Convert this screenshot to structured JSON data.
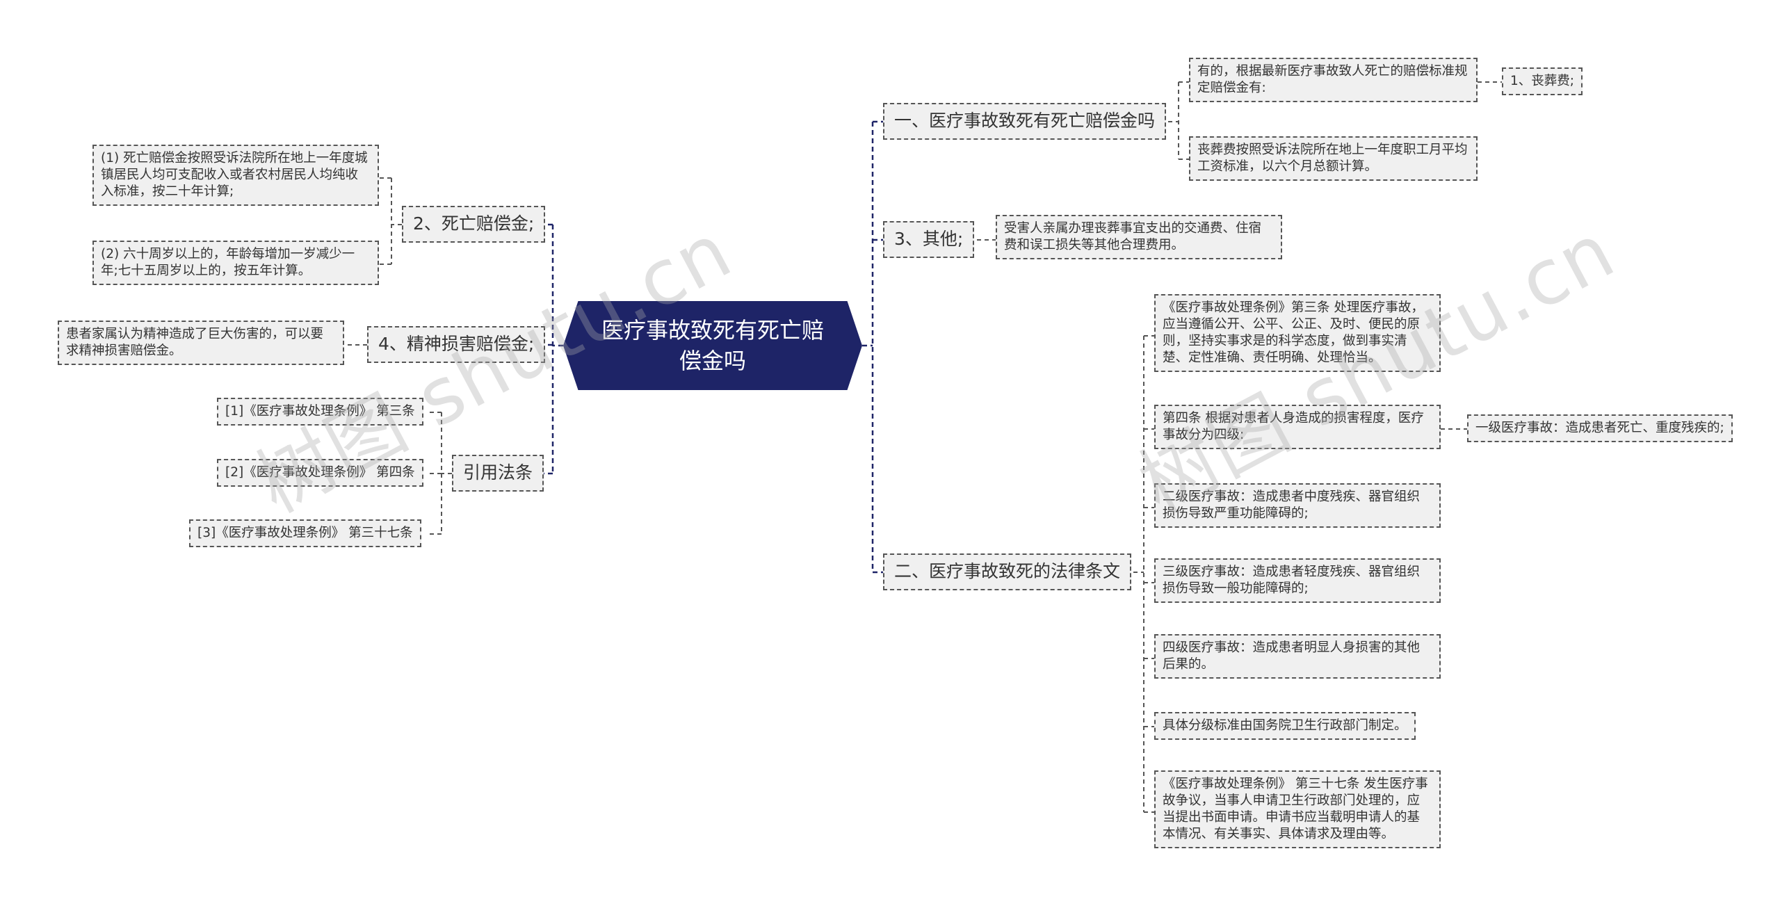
{
  "root": {
    "title": "医疗事故致死有死亡赔偿金吗"
  },
  "right": {
    "b1": {
      "label": "一、医疗事故致死有死亡赔偿金吗",
      "c1": "有的，根据最新医疗事故致人死亡的赔偿标准规定赔偿金有:",
      "c1_child": "1、丧葬费;",
      "c2": "丧葬费按照受诉法院所在地上一年度职工月平均工资标准，以六个月总额计算。"
    },
    "b2": {
      "label": "3、其他;",
      "c1": "受害人亲属办理丧葬事宜支出的交通费、住宿费和误工损失等其他合理费用。"
    },
    "b3": {
      "label": "二、医疗事故致死的法律条文",
      "c1": "《医疗事故处理条例》第三条 处理医疗事故，应当遵循公开、公平、公正、及时、便民的原则，坚持实事求是的科学态度，做到事实清楚、定性准确、责任明确、处理恰当。",
      "c2": "第四条 根据对患者人身造成的损害程度，医疗事故分为四级:",
      "c2_child": "一级医疗事故：造成患者死亡、重度残疾的;",
      "c3": "二级医疗事故：造成患者中度残疾、器官组织损伤导致严重功能障碍的;",
      "c4": "三级医疗事故：造成患者轻度残疾、器官组织损伤导致一般功能障碍的;",
      "c5": "四级医疗事故：造成患者明显人身损害的其他后果的。",
      "c6": "具体分级标准由国务院卫生行政部门制定。",
      "c7": "《医疗事故处理条例》 第三十七条 发生医疗事故争议，当事人申请卫生行政部门处理的，应当提出书面申请。申请书应当载明申请人的基本情况、有关事实、具体请求及理由等。"
    }
  },
  "left": {
    "b1": {
      "label": "2、死亡赔偿金;",
      "c1": "(1) 死亡赔偿金按照受诉法院所在地上一年度城镇居民人均可支配收入或者农村居民人均纯收入标准，按二十年计算;",
      "c2": "(2) 六十周岁以上的，年龄每增加一岁减少一年;七十五周岁以上的，按五年计算。"
    },
    "b2": {
      "label": "4、精神损害赔偿金;",
      "c1": "患者家属认为精神造成了巨大伤害的，可以要求精神损害赔偿金。"
    },
    "b3": {
      "label": "引用法条",
      "c1": "[1]《医疗事故处理条例》 第三条",
      "c2": "[2]《医疗事故处理条例》 第四条",
      "c3": "[3]《医疗事故处理条例》 第三十七条"
    }
  },
  "watermark": {
    "left": "树图 shutu.cn",
    "right": "树图 shutu.cn"
  },
  "colors": {
    "root_fill": "#1e2467",
    "node_fill": "#f0f0f0",
    "line": "#1e2467"
  }
}
